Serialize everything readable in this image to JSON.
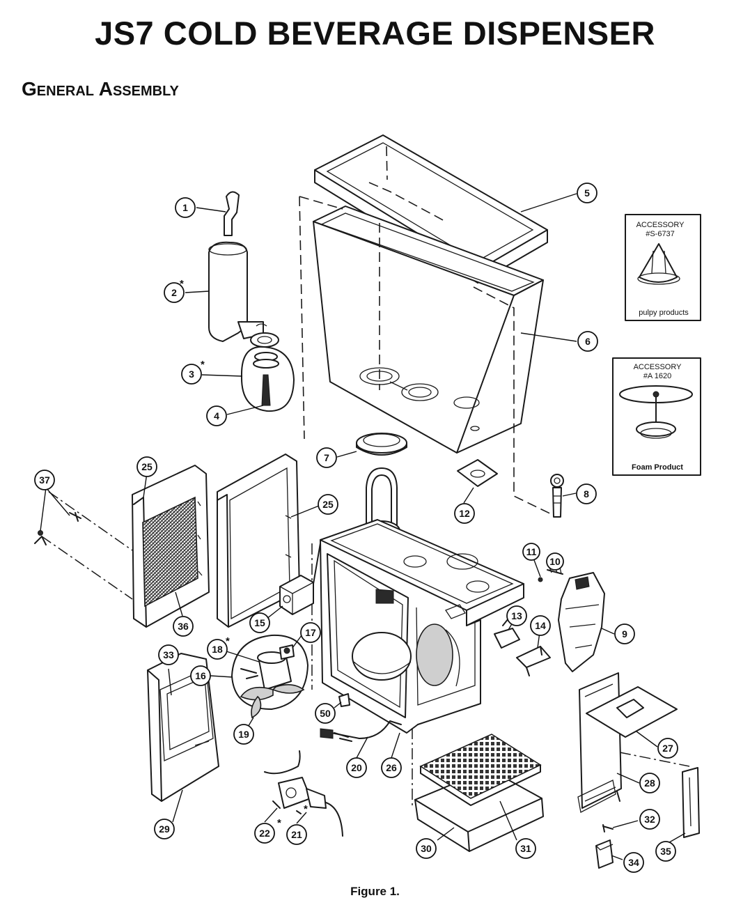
{
  "title": "JS7 COLD BEVERAGE DISPENSER",
  "subtitle": "General Assembly",
  "caption": "Figure 1.",
  "accessories": [
    {
      "label": "ACCESSORY",
      "part": "#S-6737",
      "note": "pulpy products"
    },
    {
      "label": "ACCESSORY",
      "part": "#A 1620",
      "note": "Foam Product"
    }
  ],
  "callouts": [
    {
      "id": "c1",
      "label": "1"
    },
    {
      "id": "c2",
      "label": "2"
    },
    {
      "id": "c3",
      "label": "3"
    },
    {
      "id": "c4",
      "label": "4"
    },
    {
      "id": "c5",
      "label": "5"
    },
    {
      "id": "c6",
      "label": "6"
    },
    {
      "id": "c7",
      "label": "7"
    },
    {
      "id": "c8",
      "label": "8"
    },
    {
      "id": "c9",
      "label": "9"
    },
    {
      "id": "c10",
      "label": "10"
    },
    {
      "id": "c11",
      "label": "11"
    },
    {
      "id": "c12",
      "label": "12"
    },
    {
      "id": "c13",
      "label": "13"
    },
    {
      "id": "c14",
      "label": "14"
    },
    {
      "id": "c15",
      "label": "15"
    },
    {
      "id": "c16",
      "label": "16"
    },
    {
      "id": "c17",
      "label": "17"
    },
    {
      "id": "c18",
      "label": "18"
    },
    {
      "id": "c19",
      "label": "19"
    },
    {
      "id": "c20",
      "label": "20"
    },
    {
      "id": "c21",
      "label": "21"
    },
    {
      "id": "c22",
      "label": "22"
    },
    {
      "id": "c25a",
      "label": "25"
    },
    {
      "id": "c25b",
      "label": "25"
    },
    {
      "id": "c26",
      "label": "26"
    },
    {
      "id": "c27",
      "label": "27"
    },
    {
      "id": "c28",
      "label": "28"
    },
    {
      "id": "c29",
      "label": "29"
    },
    {
      "id": "c30",
      "label": "30"
    },
    {
      "id": "c31",
      "label": "31"
    },
    {
      "id": "c32",
      "label": "32"
    },
    {
      "id": "c33",
      "label": "33"
    },
    {
      "id": "c34",
      "label": "34"
    },
    {
      "id": "c35",
      "label": "35"
    },
    {
      "id": "c36",
      "label": "36"
    },
    {
      "id": "c37",
      "label": "37"
    },
    {
      "id": "c50",
      "label": "50"
    }
  ],
  "star_mark": "*"
}
